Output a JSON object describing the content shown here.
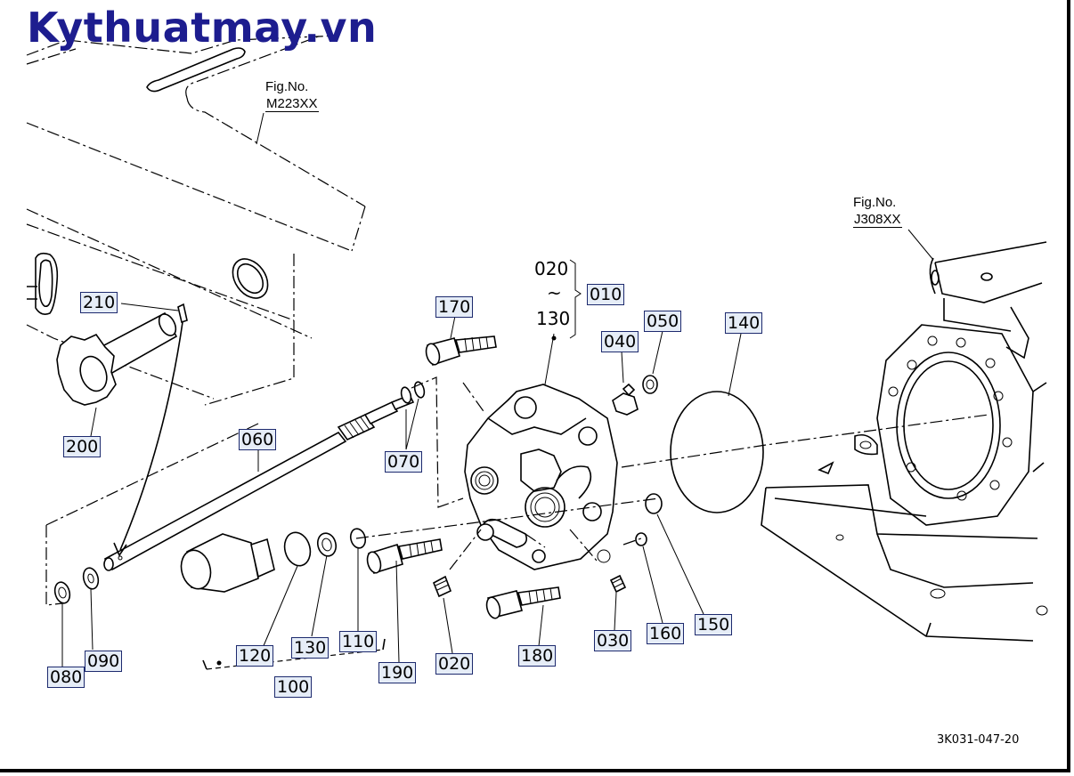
{
  "watermark": "Kythuatmay.vn",
  "fig_refs": [
    {
      "label": "Fig.No.",
      "code": "M223XX"
    },
    {
      "label": "Fig.No.",
      "code": "J308XX"
    }
  ],
  "assembly": {
    "start": "020",
    "tilde": "~",
    "end": "130",
    "group": "010"
  },
  "callouts": {
    "p210": "210",
    "p200": "200",
    "p170": "170",
    "p060": "060",
    "p070": "070",
    "p040": "040",
    "p050": "050",
    "p140": "140",
    "p080": "080",
    "p090": "090",
    "p120": "120",
    "p130": "130",
    "p110": "110",
    "p100": "100",
    "p190": "190",
    "p020": "020",
    "p180": "180",
    "p030": "030",
    "p160": "160",
    "p150": "150"
  },
  "drawing_code": "3K031-047-20"
}
